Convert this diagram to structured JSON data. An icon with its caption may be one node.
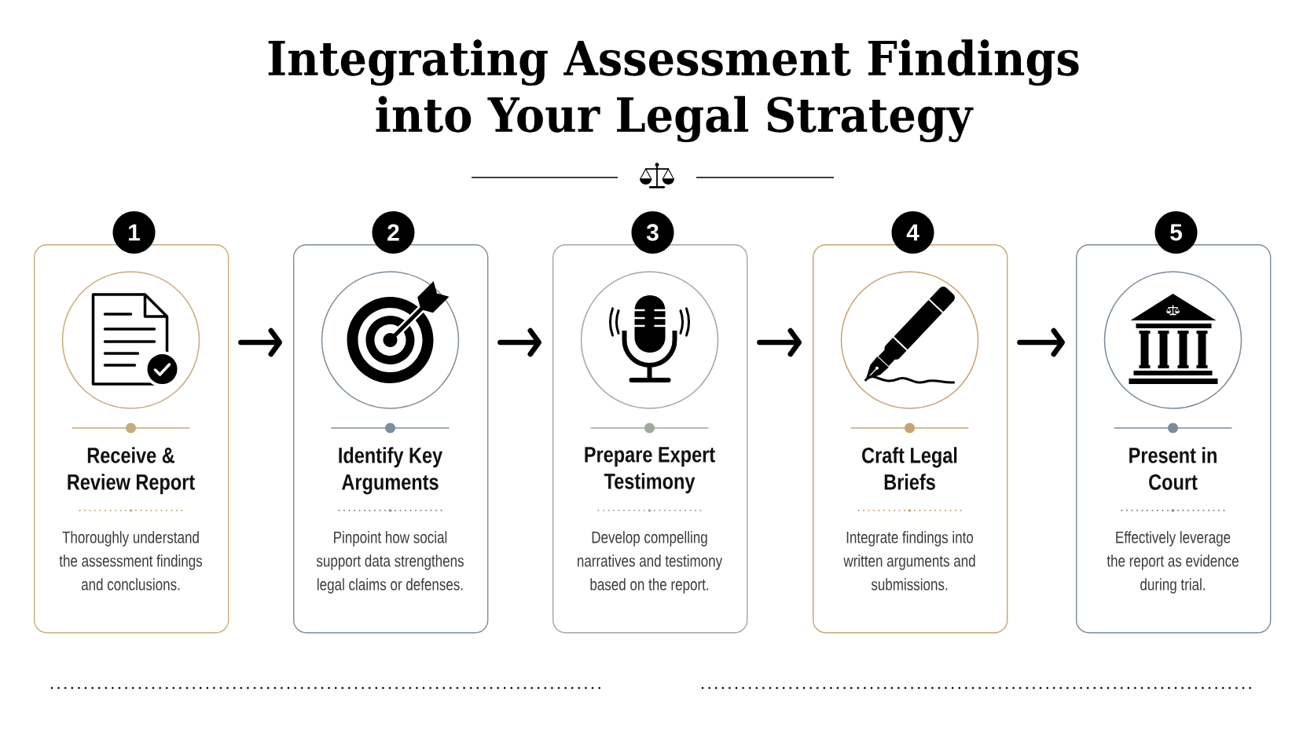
{
  "diagram": {
    "title": "Integrating Assessment Findings into Your Legal Strategy",
    "nodes": [
      {
        "text": [
          "1"
        ]
      },
      {
        "text": [
          "Receive & Review Report",
          "Thoroughly understand the assessment findings and conclusions."
        ]
      },
      {
        "text": [
          "2"
        ]
      },
      {
        "text": [
          "Identify Key Arguments",
          "Pinpoint how social support data strengthens legal claims or defenses."
        ]
      },
      {
        "text": [
          "3"
        ]
      },
      {
        "text": [
          "Prepare Expert Testimony",
          "Develop compelling narratives and testimony based on the report."
        ]
      },
      {
        "text": [
          "4"
        ]
      },
      {
        "text": [
          "Craft Legal Briefs",
          "Integrate findings into written arguments and submissions."
        ]
      },
      {
        "text": [
          "5"
        ]
      },
      {
        "text": [
          "Present in Court",
          "Effectively leverage the report as evidence during trial."
        ]
      }
    ],
    "edges": [
      {
        "from": 1,
        "to": 3,
        "arrow": "to"
      },
      {
        "from": 3,
        "to": 5,
        "arrow": "to"
      },
      {
        "from": 5,
        "to": 7,
        "arrow": "to"
      },
      {
        "from": 7,
        "to": 9,
        "arrow": "to"
      }
    ]
  }
}
